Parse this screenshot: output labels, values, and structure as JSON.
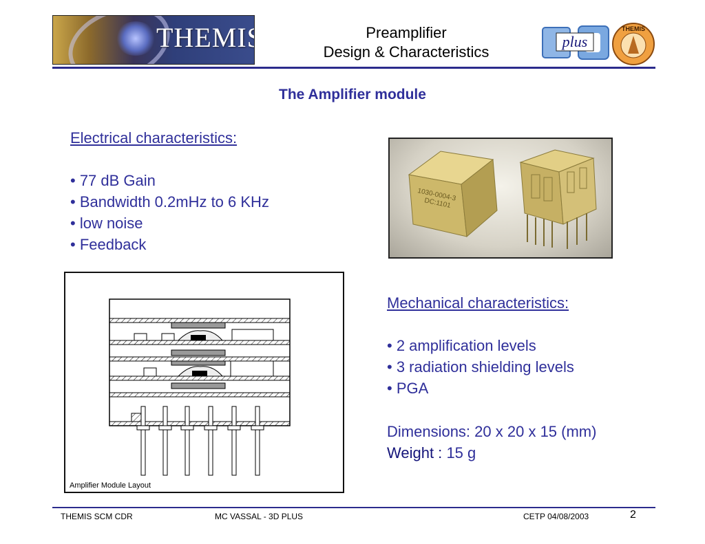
{
  "header": {
    "logo_left": "THEMIS",
    "title_line1": "Preamplifier",
    "title_line2": "Design & Characteristics",
    "logo_3dplus": "plus",
    "logo_cetp": "THEMIS"
  },
  "slide_heading": "The Amplifier module",
  "electrical": {
    "title": "Electrical characteristics",
    "colon": ":",
    "items": [
      "• 77 dB Gain",
      "• Bandwidth 0.2mHz to 6 KHz",
      "• low noise",
      "• Feedback"
    ]
  },
  "photo": {
    "module_marking1": "1030-0004-3",
    "module_marking2": "DC:1101"
  },
  "layout_figure": {
    "caption": "Amplifier Module Layout"
  },
  "mechanical": {
    "title": "Mechanical characteristics",
    "colon": ":",
    "items": [
      "• 2 amplification levels",
      "• 3 radiation shielding levels",
      "• PGA"
    ],
    "dimensions_label": "Dimensions:",
    "dimensions_value": "20 x 20 x 15 (mm)",
    "weight_label": "Weight :",
    "weight_value": "15 g"
  },
  "footer": {
    "left": "THEMIS SCM CDR",
    "center": "MC VASSAL  - 3D PLUS",
    "right": "CETP 04/08/2003",
    "page": "2"
  },
  "colors": {
    "accent": "#2f2f9a",
    "rule": "#2b2b8c"
  }
}
